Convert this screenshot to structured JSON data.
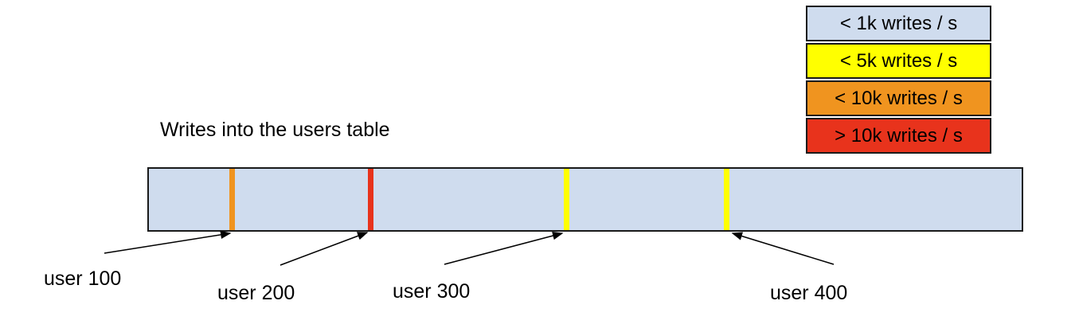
{
  "title": "Writes into the users table",
  "legend": {
    "border_color": "#1a1a1a",
    "items": [
      {
        "id": "lt-1k",
        "label": "< 1k writes / s",
        "color": "#cfdcee"
      },
      {
        "id": "lt-5k",
        "label": "< 5k writes / s",
        "color": "#ffff00"
      },
      {
        "id": "lt-10k",
        "label": "< 10k writes / s",
        "color": "#f0941f"
      },
      {
        "id": "gt-10k",
        "label": "> 10k writes / s",
        "color": "#e8331c"
      }
    ]
  },
  "bar": {
    "fill": "#cfdcee",
    "border_color": "#1a1a1a",
    "markers": [
      {
        "user": "user 100",
        "color": "#f0941f",
        "left": "9.2%"
      },
      {
        "user": "user 200",
        "color": "#e8331c",
        "left": "25.1%"
      },
      {
        "user": "user 300",
        "color": "#ffff00",
        "left": "47.5%"
      },
      {
        "user": "user 400",
        "color": "#ffff00",
        "left": "65.9%"
      }
    ]
  },
  "arrow_color": "#000000"
}
